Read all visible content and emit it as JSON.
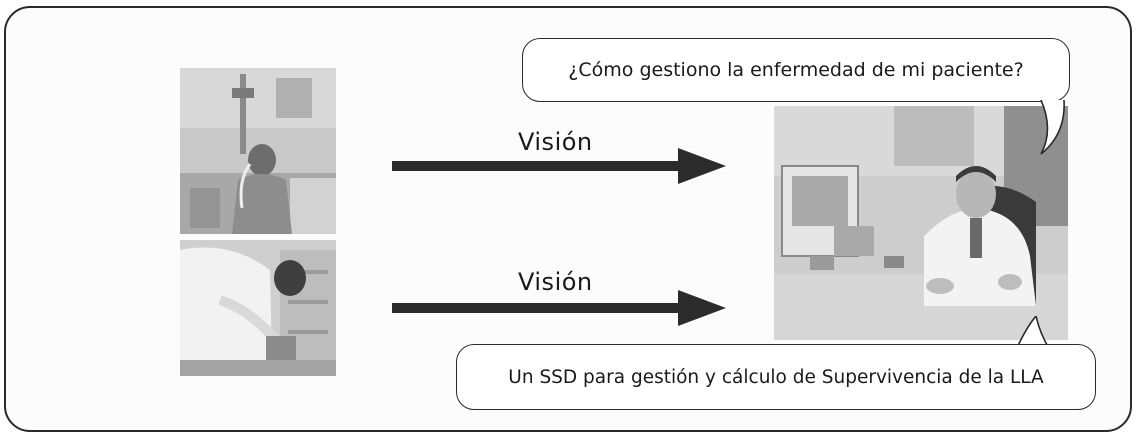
{
  "diagram": {
    "arrow_top_label": "Visión",
    "arrow_bottom_label": "Visión",
    "question_bubble": "¿Cómo gestiono la enfermedad de mi paciente?",
    "answer_bubble": "Un SSD para gestión y cálculo de Supervivencia de la LLA"
  },
  "photos": {
    "patient": "patient-photo",
    "lab": "lab-worker-photo",
    "doctor": "doctor-at-desk-photo"
  },
  "colors": {
    "frame_border": "#2a2a2a",
    "arrow": "#2b2b2b"
  }
}
